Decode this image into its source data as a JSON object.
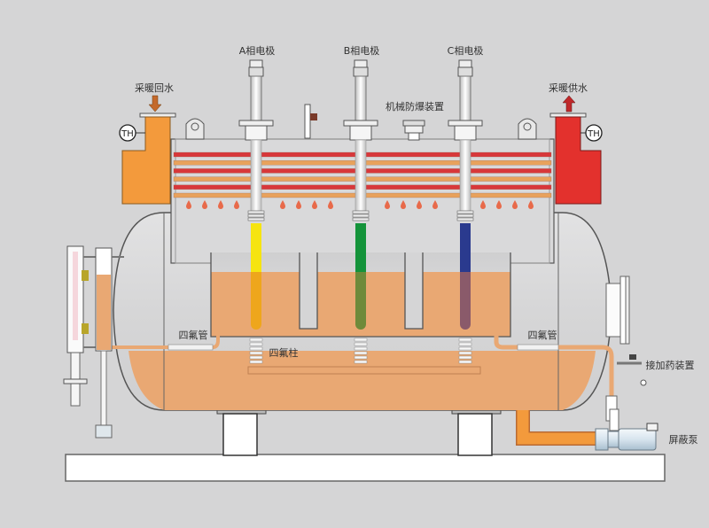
{
  "diagram": {
    "title": "电极锅炉结构示意图",
    "labels": {
      "electrode_a": "A相电极",
      "electrode_b": "B相电极",
      "electrode_c": "C相电极",
      "heating_return": "采暖回水",
      "heating_supply": "采暖供水",
      "explosion_proof": "机械防爆装置",
      "ptfe_tube_left": "四氟管",
      "ptfe_tube_right": "四氟管",
      "ptfe_column": "四氟柱",
      "dosing_device": "接加药装置",
      "shielded_pump": "屏蔽泵",
      "thermometer_left": "TH",
      "thermometer_right": "TH"
    },
    "colors": {
      "background": "#d5d5d6",
      "water": "#e9a873",
      "return_water": "#f39a3c",
      "supply_water": "#e3312d",
      "tube_red": "#d8373a",
      "tube_orange": "#e8a25c",
      "electrode_a": "#f6e410",
      "electrode_b": "#14933a",
      "electrode_c": "#2a3a8e",
      "drop": "#e86a4a"
    }
  }
}
